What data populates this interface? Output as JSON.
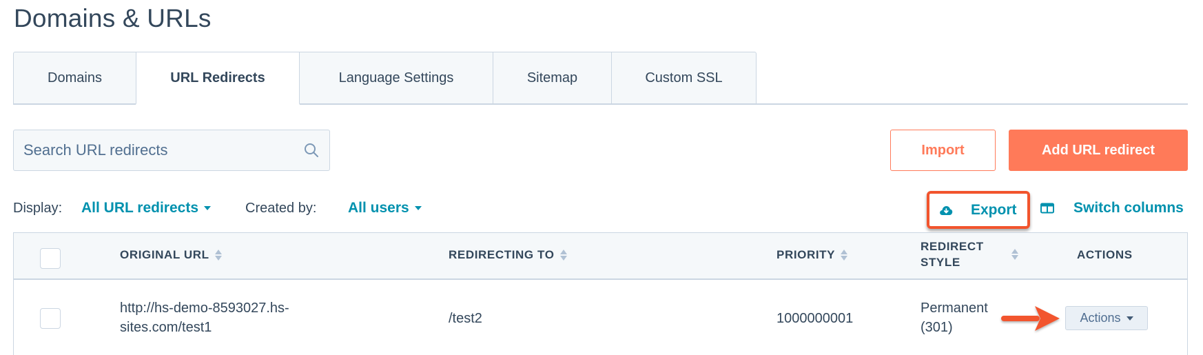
{
  "page": {
    "title": "Domains & URLs"
  },
  "tabs": [
    {
      "label": "Domains",
      "active": false
    },
    {
      "label": "URL Redirects",
      "active": true
    },
    {
      "label": "Language Settings",
      "active": false
    },
    {
      "label": "Sitemap",
      "active": false
    },
    {
      "label": "Custom SSL",
      "active": false
    }
  ],
  "search": {
    "placeholder": "Search URL redirects",
    "value": ""
  },
  "toolbar": {
    "import_label": "Import",
    "add_label": "Add URL redirect"
  },
  "filters": {
    "display_label": "Display:",
    "display_value": "All URL redirects",
    "created_by_label": "Created by:",
    "created_by_value": "All users"
  },
  "table_tools": {
    "export_label": "Export",
    "switch_columns_label": "Switch columns"
  },
  "table": {
    "columns": [
      {
        "label": "ORIGINAL URL",
        "sortable": true
      },
      {
        "label": "REDIRECTING TO",
        "sortable": true
      },
      {
        "label": "PRIORITY",
        "sortable": true
      },
      {
        "label_line1": "REDIRECT",
        "label_line2": "STYLE",
        "sortable": true
      },
      {
        "label": "ACTIONS",
        "sortable": false
      }
    ],
    "rows": [
      {
        "original_url_line1": "http://hs-demo-8593027.hs-",
        "original_url_line2": "sites.com/test1",
        "redirecting_to": "/test2",
        "priority": "1000000001",
        "style_line1": "Permanent",
        "style_line2": "(301)",
        "actions_label": "Actions"
      }
    ]
  },
  "colors": {
    "primary_text": "#33475b",
    "link_teal": "#0091ae",
    "accent_orange": "#ff7a59",
    "annotation_red": "#f2542d",
    "border": "#cbd6e2",
    "header_bg": "#f5f8fa"
  },
  "icons": {
    "search": "search-icon",
    "export": "cloud-download-icon",
    "switch_columns": "columns-icon",
    "sort": "sort-icon",
    "annotation": "arrow-right-icon"
  }
}
